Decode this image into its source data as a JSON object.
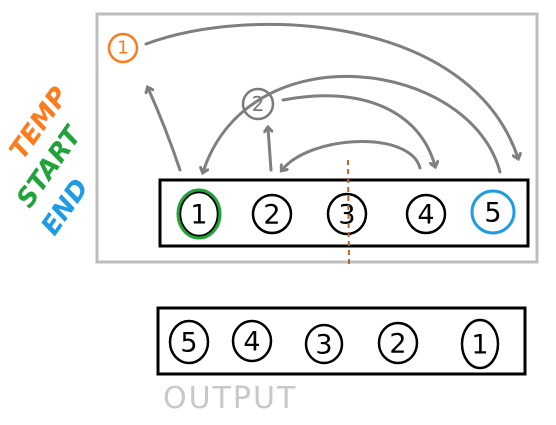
{
  "legend": {
    "temp": "TEMP",
    "start": "START",
    "end": "END",
    "temp_color": "#ff7a1a",
    "start_color": "#22a33a",
    "end_color": "#1f9be6"
  },
  "temp_slot": {
    "value": "1",
    "color": "#ff7a1a"
  },
  "temp2_slot": {
    "value": "2",
    "color": "#7a7a7a"
  },
  "input_array": [
    "1",
    "2",
    "3",
    "4",
    "5"
  ],
  "output_array": [
    "5",
    "4",
    "3",
    "2",
    "1"
  ],
  "midpoint_marker_color": "#b5652e",
  "arrow_color": "#7f7f7f",
  "frame_color": "#bdbdbd",
  "output_label": "OUTPUT",
  "output_label_color": "#c8c8c8"
}
